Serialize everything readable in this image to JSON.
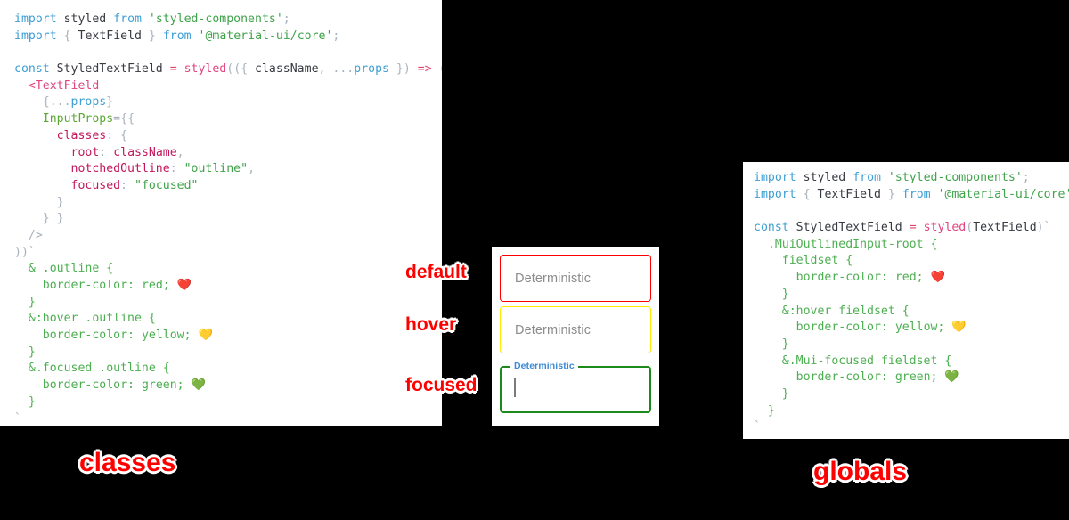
{
  "background_color": "#000000",
  "accent_color": "#ff0000",
  "panels": {
    "classes": {
      "caption": "classes",
      "code_lines": [
        [
          {
            "t": "import",
            "c": "kw"
          },
          {
            "t": " ",
            "c": "plain"
          },
          {
            "t": "styled",
            "c": "id"
          },
          {
            "t": " ",
            "c": "plain"
          },
          {
            "t": "from",
            "c": "kw"
          },
          {
            "t": " ",
            "c": "plain"
          },
          {
            "t": "'styled-components'",
            "c": "str"
          },
          {
            "t": ";",
            "c": "punc"
          }
        ],
        [
          {
            "t": "import",
            "c": "kw"
          },
          {
            "t": " ",
            "c": "plain"
          },
          {
            "t": "{",
            "c": "punc"
          },
          {
            "t": " ",
            "c": "plain"
          },
          {
            "t": "TextField",
            "c": "id"
          },
          {
            "t": " ",
            "c": "plain"
          },
          {
            "t": "}",
            "c": "punc"
          },
          {
            "t": " ",
            "c": "plain"
          },
          {
            "t": "from",
            "c": "kw"
          },
          {
            "t": " ",
            "c": "plain"
          },
          {
            "t": "'@material-ui/core'",
            "c": "str"
          },
          {
            "t": ";",
            "c": "punc"
          }
        ],
        [],
        [
          {
            "t": "const",
            "c": "kw"
          },
          {
            "t": " ",
            "c": "plain"
          },
          {
            "t": "StyledTextField",
            "c": "id"
          },
          {
            "t": " ",
            "c": "plain"
          },
          {
            "t": "=",
            "c": "op"
          },
          {
            "t": " ",
            "c": "plain"
          },
          {
            "t": "styled",
            "c": "fn"
          },
          {
            "t": "((",
            "c": "punc"
          },
          {
            "t": "{",
            "c": "punc"
          },
          {
            "t": " ",
            "c": "plain"
          },
          {
            "t": "className",
            "c": "id"
          },
          {
            "t": ",",
            "c": "punc"
          },
          {
            "t": " ",
            "c": "plain"
          },
          {
            "t": "...",
            "c": "punc"
          },
          {
            "t": "props",
            "c": "var"
          },
          {
            "t": " ",
            "c": "plain"
          },
          {
            "t": "}",
            "c": "punc"
          },
          {
            "t": ")",
            "c": "punc"
          },
          {
            "t": " ",
            "c": "plain"
          },
          {
            "t": "=>",
            "c": "op"
          },
          {
            "t": " ",
            "c": "plain"
          },
          {
            "t": "(",
            "c": "punc"
          }
        ],
        [
          {
            "t": "  ",
            "c": "plain"
          },
          {
            "t": "<TextField",
            "c": "tag"
          }
        ],
        [
          {
            "t": "    ",
            "c": "plain"
          },
          {
            "t": "{",
            "c": "punc"
          },
          {
            "t": "...",
            "c": "punc"
          },
          {
            "t": "props",
            "c": "var"
          },
          {
            "t": "}",
            "c": "punc"
          }
        ],
        [
          {
            "t": "    ",
            "c": "plain"
          },
          {
            "t": "InputProps",
            "c": "attr"
          },
          {
            "t": "=",
            "c": "punc"
          },
          {
            "t": "{{",
            "c": "punc"
          }
        ],
        [
          {
            "t": "      ",
            "c": "plain"
          },
          {
            "t": "classes",
            "c": "prop"
          },
          {
            "t": ":",
            "c": "punc"
          },
          {
            "t": " ",
            "c": "plain"
          },
          {
            "t": "{",
            "c": "punc"
          }
        ],
        [
          {
            "t": "        ",
            "c": "plain"
          },
          {
            "t": "root",
            "c": "prop"
          },
          {
            "t": ":",
            "c": "punc"
          },
          {
            "t": " ",
            "c": "plain"
          },
          {
            "t": "className",
            "c": "prop"
          },
          {
            "t": ",",
            "c": "punc"
          }
        ],
        [
          {
            "t": "        ",
            "c": "plain"
          },
          {
            "t": "notchedOutline",
            "c": "prop"
          },
          {
            "t": ":",
            "c": "punc"
          },
          {
            "t": " ",
            "c": "plain"
          },
          {
            "t": "\"outline\"",
            "c": "str"
          },
          {
            "t": ",",
            "c": "punc"
          }
        ],
        [
          {
            "t": "        ",
            "c": "plain"
          },
          {
            "t": "focused",
            "c": "prop"
          },
          {
            "t": ":",
            "c": "punc"
          },
          {
            "t": " ",
            "c": "plain"
          },
          {
            "t": "\"focused\"",
            "c": "str"
          }
        ],
        [
          {
            "t": "      ",
            "c": "plain"
          },
          {
            "t": "}",
            "c": "punc"
          }
        ],
        [
          {
            "t": "    ",
            "c": "plain"
          },
          {
            "t": "} }",
            "c": "punc"
          }
        ],
        [
          {
            "t": "  ",
            "c": "plain"
          },
          {
            "t": "/>",
            "c": "punc"
          }
        ],
        [
          {
            "t": "))`",
            "c": "punc"
          }
        ],
        [
          {
            "t": "  ",
            "c": "plain"
          },
          {
            "t": "& .outline {",
            "c": "sel"
          }
        ],
        [
          {
            "t": "    ",
            "c": "plain"
          },
          {
            "t": "border-color",
            "c": "cssprop"
          },
          {
            "t": ": ",
            "c": "cssprop"
          },
          {
            "t": "red",
            "c": "cssval"
          },
          {
            "t": "; ",
            "c": "cssprop"
          },
          {
            "t": "❤️",
            "c": "emoji"
          }
        ],
        [
          {
            "t": "  ",
            "c": "plain"
          },
          {
            "t": "}",
            "c": "sel"
          }
        ],
        [
          {
            "t": "  ",
            "c": "plain"
          },
          {
            "t": "&:hover .outline {",
            "c": "sel"
          }
        ],
        [
          {
            "t": "    ",
            "c": "plain"
          },
          {
            "t": "border-color",
            "c": "cssprop"
          },
          {
            "t": ": ",
            "c": "cssprop"
          },
          {
            "t": "yellow",
            "c": "cssval"
          },
          {
            "t": "; ",
            "c": "cssprop"
          },
          {
            "t": "💛",
            "c": "emoji"
          }
        ],
        [
          {
            "t": "  ",
            "c": "plain"
          },
          {
            "t": "}",
            "c": "sel"
          }
        ],
        [
          {
            "t": "  ",
            "c": "plain"
          },
          {
            "t": "&.focused .outline {",
            "c": "sel"
          }
        ],
        [
          {
            "t": "    ",
            "c": "plain"
          },
          {
            "t": "border-color",
            "c": "cssprop"
          },
          {
            "t": ": ",
            "c": "cssprop"
          },
          {
            "t": "green",
            "c": "cssval"
          },
          {
            "t": "; ",
            "c": "cssprop"
          },
          {
            "t": "💚",
            "c": "emoji"
          }
        ],
        [
          {
            "t": "  ",
            "c": "plain"
          },
          {
            "t": "}",
            "c": "sel"
          }
        ],
        [
          {
            "t": "`",
            "c": "punc"
          }
        ],
        [
          {
            "t": " ;",
            "c": "punc"
          }
        ]
      ]
    },
    "globals": {
      "caption": "globals",
      "code_lines": [
        [
          {
            "t": "import",
            "c": "kw"
          },
          {
            "t": " ",
            "c": "plain"
          },
          {
            "t": "styled",
            "c": "id"
          },
          {
            "t": " ",
            "c": "plain"
          },
          {
            "t": "from",
            "c": "kw"
          },
          {
            "t": " ",
            "c": "plain"
          },
          {
            "t": "'styled-components'",
            "c": "str"
          },
          {
            "t": ";",
            "c": "punc"
          }
        ],
        [
          {
            "t": "import",
            "c": "kw"
          },
          {
            "t": " ",
            "c": "plain"
          },
          {
            "t": "{",
            "c": "punc"
          },
          {
            "t": " ",
            "c": "plain"
          },
          {
            "t": "TextField",
            "c": "id"
          },
          {
            "t": " ",
            "c": "plain"
          },
          {
            "t": "}",
            "c": "punc"
          },
          {
            "t": " ",
            "c": "plain"
          },
          {
            "t": "from",
            "c": "kw"
          },
          {
            "t": " ",
            "c": "plain"
          },
          {
            "t": "'@material-ui/core'",
            "c": "str"
          },
          {
            "t": ";",
            "c": "punc"
          }
        ],
        [],
        [
          {
            "t": "const",
            "c": "kw"
          },
          {
            "t": " ",
            "c": "plain"
          },
          {
            "t": "StyledTextField",
            "c": "id"
          },
          {
            "t": " ",
            "c": "plain"
          },
          {
            "t": "=",
            "c": "op"
          },
          {
            "t": " ",
            "c": "plain"
          },
          {
            "t": "styled",
            "c": "fn"
          },
          {
            "t": "(",
            "c": "punc"
          },
          {
            "t": "TextField",
            "c": "id"
          },
          {
            "t": ")`",
            "c": "punc"
          }
        ],
        [
          {
            "t": "  ",
            "c": "plain"
          },
          {
            "t": ".MuiOutlinedInput-root {",
            "c": "sel"
          }
        ],
        [
          {
            "t": "    ",
            "c": "plain"
          },
          {
            "t": "fieldset {",
            "c": "sel"
          }
        ],
        [
          {
            "t": "      ",
            "c": "plain"
          },
          {
            "t": "border-color",
            "c": "cssprop"
          },
          {
            "t": ": ",
            "c": "cssprop"
          },
          {
            "t": "red",
            "c": "cssval"
          },
          {
            "t": "; ",
            "c": "cssprop"
          },
          {
            "t": "❤️",
            "c": "emoji"
          }
        ],
        [
          {
            "t": "    ",
            "c": "plain"
          },
          {
            "t": "}",
            "c": "sel"
          }
        ],
        [
          {
            "t": "    ",
            "c": "plain"
          },
          {
            "t": "&:hover fieldset {",
            "c": "sel"
          }
        ],
        [
          {
            "t": "      ",
            "c": "plain"
          },
          {
            "t": "border-color",
            "c": "cssprop"
          },
          {
            "t": ": ",
            "c": "cssprop"
          },
          {
            "t": "yellow",
            "c": "cssval"
          },
          {
            "t": "; ",
            "c": "cssprop"
          },
          {
            "t": "💛",
            "c": "emoji"
          }
        ],
        [
          {
            "t": "    ",
            "c": "plain"
          },
          {
            "t": "}",
            "c": "sel"
          }
        ],
        [
          {
            "t": "    ",
            "c": "plain"
          },
          {
            "t": "&.Mui-focused fieldset {",
            "c": "sel"
          }
        ],
        [
          {
            "t": "      ",
            "c": "plain"
          },
          {
            "t": "border-color",
            "c": "cssprop"
          },
          {
            "t": ": ",
            "c": "cssprop"
          },
          {
            "t": "green",
            "c": "cssval"
          },
          {
            "t": "; ",
            "c": "cssprop"
          },
          {
            "t": "💚",
            "c": "emoji"
          }
        ],
        [
          {
            "t": "    ",
            "c": "plain"
          },
          {
            "t": "}",
            "c": "sel"
          }
        ],
        [
          {
            "t": "  ",
            "c": "plain"
          },
          {
            "t": "}",
            "c": "sel"
          }
        ],
        [
          {
            "t": "`",
            "c": "punc"
          }
        ],
        [
          {
            "t": " ;",
            "c": "punc"
          }
        ]
      ]
    }
  },
  "preview": {
    "fields": [
      {
        "state": "default",
        "annotation": "default",
        "text": "Deterministic",
        "border_color": "#ff0000",
        "has_label": false,
        "has_caret": false
      },
      {
        "state": "hover",
        "annotation": "hover",
        "text": "Deterministic",
        "border_color": "#ffeb00",
        "has_label": false,
        "has_caret": false
      },
      {
        "state": "focused",
        "annotation": "focused",
        "text": "",
        "label": "Deterministic",
        "label_color": "#3d8bd4",
        "border_color": "#1b8a1b",
        "has_label": true,
        "has_caret": true
      }
    ]
  }
}
